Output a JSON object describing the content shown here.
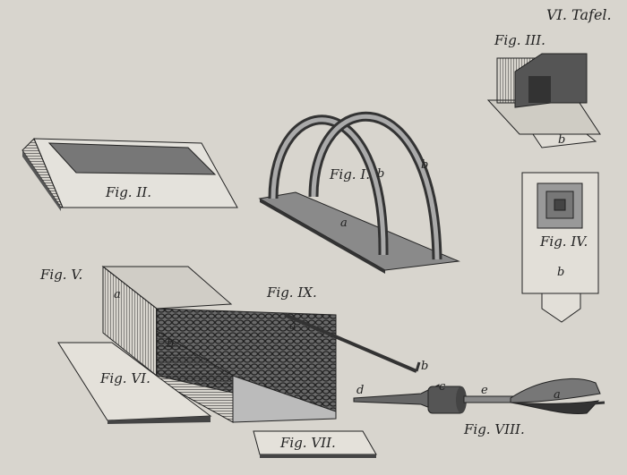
{
  "plate": {
    "title": "VI. Tafel.",
    "paper_color": "#d8d5ce",
    "ink_color": "#222222"
  },
  "figures": {
    "fig1": {
      "label": "Fig. I.",
      "letters": [
        "a",
        "b",
        "b"
      ]
    },
    "fig2": {
      "label": "Fig. II."
    },
    "fig3": {
      "label": "Fig. III.",
      "letters": [
        "b"
      ]
    },
    "fig4": {
      "label": "Fig. IV.",
      "letters": [
        "b"
      ]
    },
    "fig5": {
      "label": "Fig. V.",
      "letters": [
        "a",
        "b"
      ]
    },
    "fig6": {
      "label": "Fig. VI."
    },
    "fig7": {
      "label": "Fig. VII."
    },
    "fig8": {
      "label": "Fig. VIII.",
      "letters": [
        "d",
        "c",
        "e",
        "a"
      ]
    },
    "fig9": {
      "label": "Fig. IX.",
      "letters": [
        "a",
        "b"
      ]
    }
  }
}
